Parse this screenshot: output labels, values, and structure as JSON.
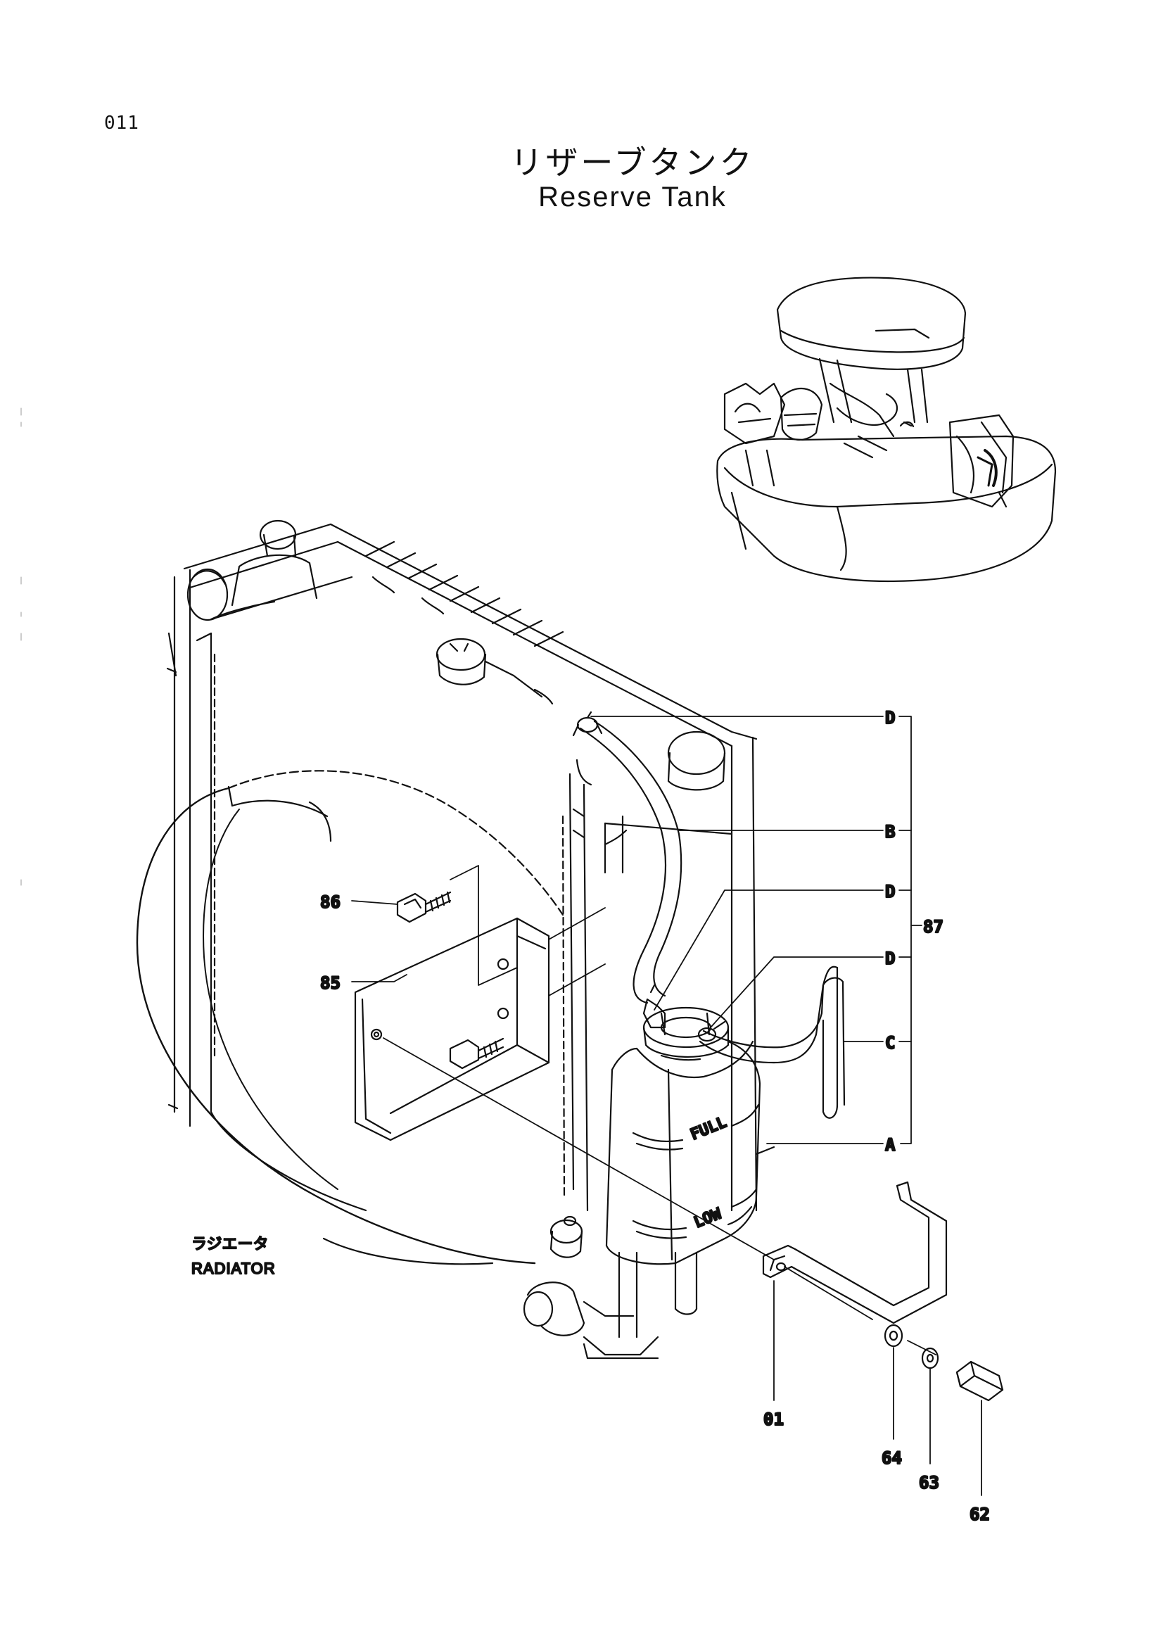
{
  "page_number": "011",
  "title_jp": "リザーブタンク",
  "title_en": "Reserve Tank",
  "labels": {
    "radiator_jp": "ラジエータ",
    "radiator_en": "RADIATOR",
    "full": "FULL",
    "low": "LOW"
  },
  "callouts": {
    "p86": "86",
    "p85": "85",
    "p01": "01",
    "p64": "64",
    "p63": "63",
    "p62": "62",
    "p87": "87",
    "hose_d1": "D",
    "hose_b": "B",
    "hose_d2": "D",
    "hose_d3": "D",
    "hose_c": "C",
    "hose_a": "A"
  }
}
